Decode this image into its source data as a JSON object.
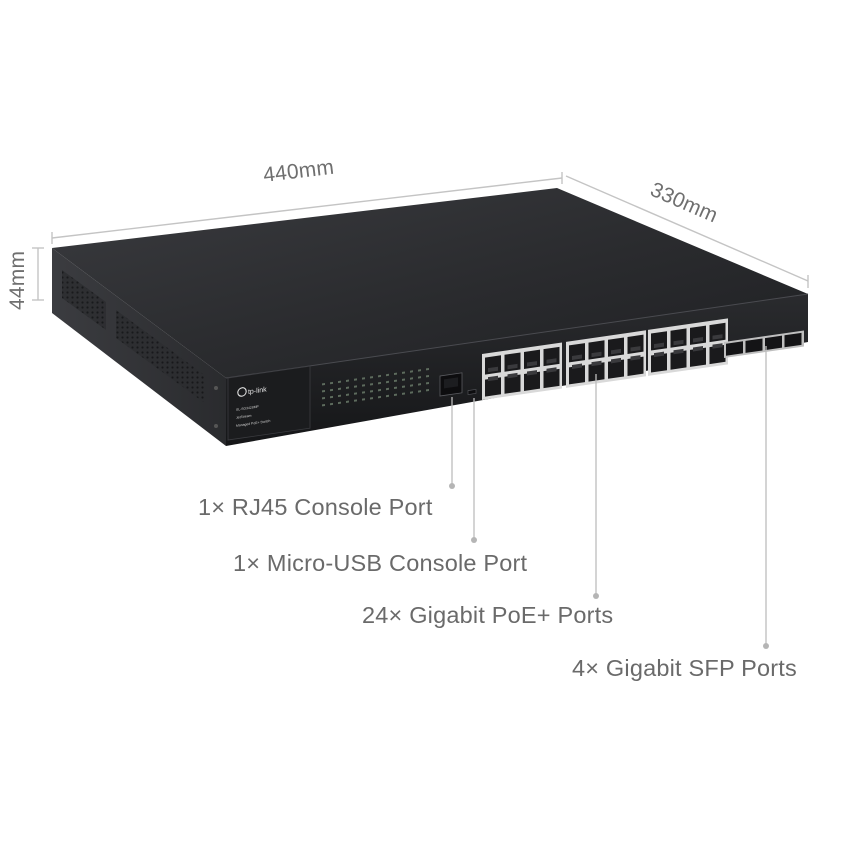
{
  "dimensions": {
    "width": "440mm",
    "depth": "330mm",
    "height": "44mm"
  },
  "brand": {
    "logo": "tp-link",
    "model": "SL-SG3428MP",
    "poe_badge": "JetStream",
    "subtitle": "Managed PoE+ Switch"
  },
  "callouts": [
    {
      "label": "1× RJ45 Console Port"
    },
    {
      "label": "1× Micro-USB Console Port"
    },
    {
      "label": "24× Gigabit PoE+ Ports"
    },
    {
      "label": "4× Gigabit SFP Ports"
    }
  ],
  "colors": {
    "chassis_top": "#2c2d30",
    "chassis_front": "#1a1b1d",
    "dimension_lines": "#bdbdbd",
    "callout_text": "#6a6a6a"
  }
}
